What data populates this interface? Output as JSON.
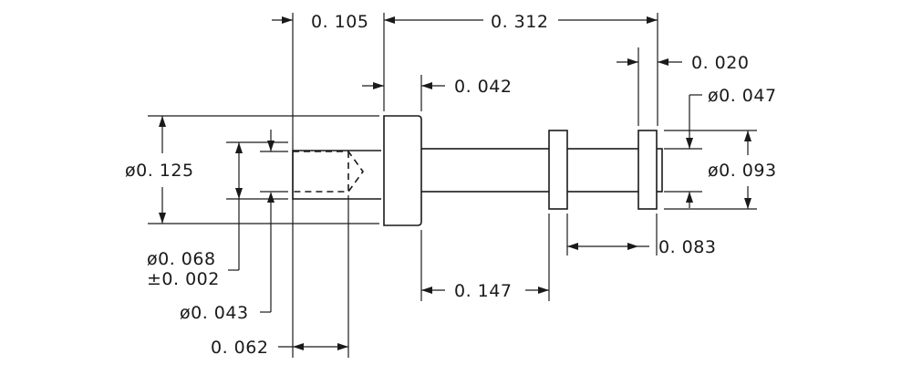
{
  "dimensions": {
    "d_0105": "0. 105",
    "d_0312": "0. 312",
    "d_0020": "0. 020",
    "d_0042": "0. 042",
    "d_dia0047": "ø0. 047",
    "d_dia0125": "ø0. 125",
    "d_dia0093": "ø0. 093",
    "d_0083": "0. 083",
    "d_dia0068": "ø0. 068",
    "d_tol0002": "±0. 002",
    "d_0147": "0. 147",
    "d_dia0043": "ø0. 043",
    "d_0062": "0. 062"
  }
}
